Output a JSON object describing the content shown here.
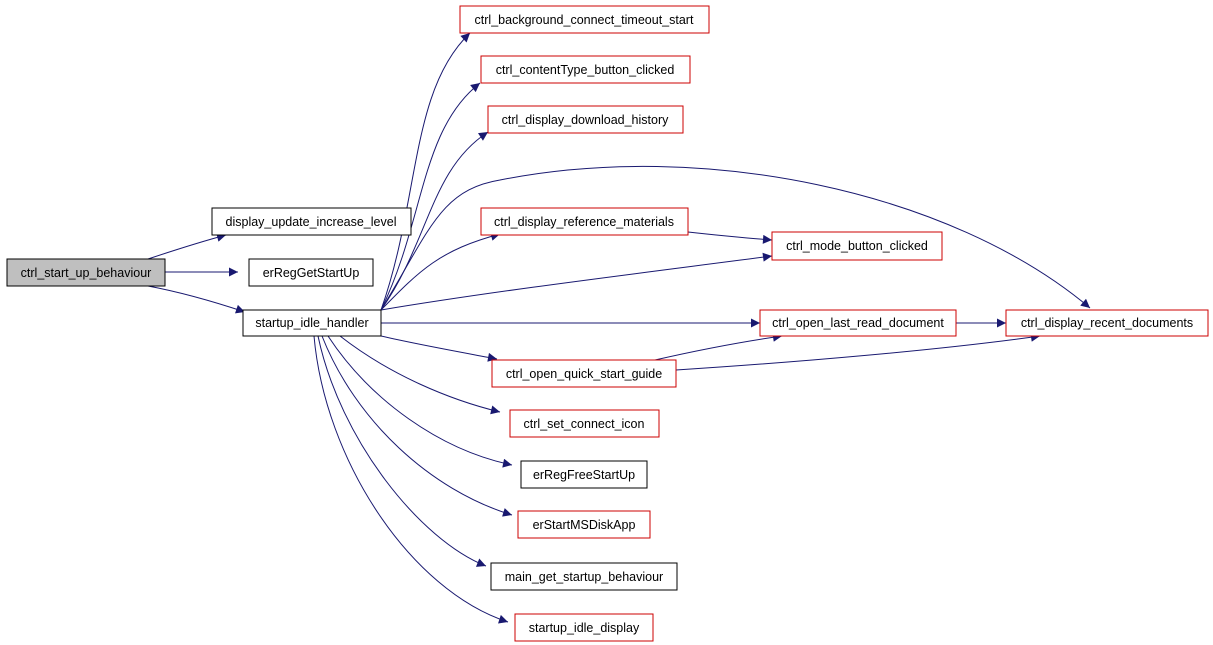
{
  "colors": {
    "edge": "#191970",
    "root_fill": "#bfbfbf",
    "border_documented": "#000000",
    "border_undocumented": "#cc0000"
  },
  "nodes": [
    {
      "id": "n0",
      "label": "ctrl_start_up_behaviour",
      "kind": "root"
    },
    {
      "id": "n1",
      "label": "display_update_increase_level",
      "kind": "documented"
    },
    {
      "id": "n2",
      "label": "erRegGetStartUp",
      "kind": "documented"
    },
    {
      "id": "n3",
      "label": "startup_idle_handler",
      "kind": "documented"
    },
    {
      "id": "n4",
      "label": "ctrl_background_connect_timeout_start",
      "kind": "undocumented"
    },
    {
      "id": "n5",
      "label": "ctrl_contentType_button_clicked",
      "kind": "undocumented"
    },
    {
      "id": "n6",
      "label": "ctrl_display_download_history",
      "kind": "undocumented"
    },
    {
      "id": "n7",
      "label": "ctrl_display_reference_materials",
      "kind": "undocumented"
    },
    {
      "id": "n8",
      "label": "ctrl_mode_button_clicked",
      "kind": "undocumented"
    },
    {
      "id": "n9",
      "label": "ctrl_open_last_read_document",
      "kind": "undocumented"
    },
    {
      "id": "n10",
      "label": "ctrl_display_recent_documents",
      "kind": "undocumented"
    },
    {
      "id": "n11",
      "label": "ctrl_open_quick_start_guide",
      "kind": "undocumented"
    },
    {
      "id": "n12",
      "label": "ctrl_set_connect_icon",
      "kind": "undocumented"
    },
    {
      "id": "n13",
      "label": "erRegFreeStartUp",
      "kind": "documented"
    },
    {
      "id": "n14",
      "label": "erStartMSDiskApp",
      "kind": "undocumented"
    },
    {
      "id": "n15",
      "label": "main_get_startup_behaviour",
      "kind": "documented"
    },
    {
      "id": "n16",
      "label": "startup_idle_display",
      "kind": "undocumented"
    }
  ],
  "edges": [
    {
      "from": "n0",
      "to": "n1"
    },
    {
      "from": "n0",
      "to": "n2"
    },
    {
      "from": "n0",
      "to": "n3"
    },
    {
      "from": "n3",
      "to": "n4"
    },
    {
      "from": "n3",
      "to": "n5"
    },
    {
      "from": "n3",
      "to": "n6"
    },
    {
      "from": "n3",
      "to": "n10"
    },
    {
      "from": "n3",
      "to": "n7"
    },
    {
      "from": "n3",
      "to": "n8"
    },
    {
      "from": "n3",
      "to": "n9"
    },
    {
      "from": "n3",
      "to": "n11"
    },
    {
      "from": "n3",
      "to": "n12"
    },
    {
      "from": "n3",
      "to": "n13"
    },
    {
      "from": "n3",
      "to": "n14"
    },
    {
      "from": "n3",
      "to": "n15"
    },
    {
      "from": "n3",
      "to": "n16"
    },
    {
      "from": "n7",
      "to": "n8"
    },
    {
      "from": "n9",
      "to": "n10"
    },
    {
      "from": "n11",
      "to": "n9"
    },
    {
      "from": "n11",
      "to": "n10"
    }
  ]
}
